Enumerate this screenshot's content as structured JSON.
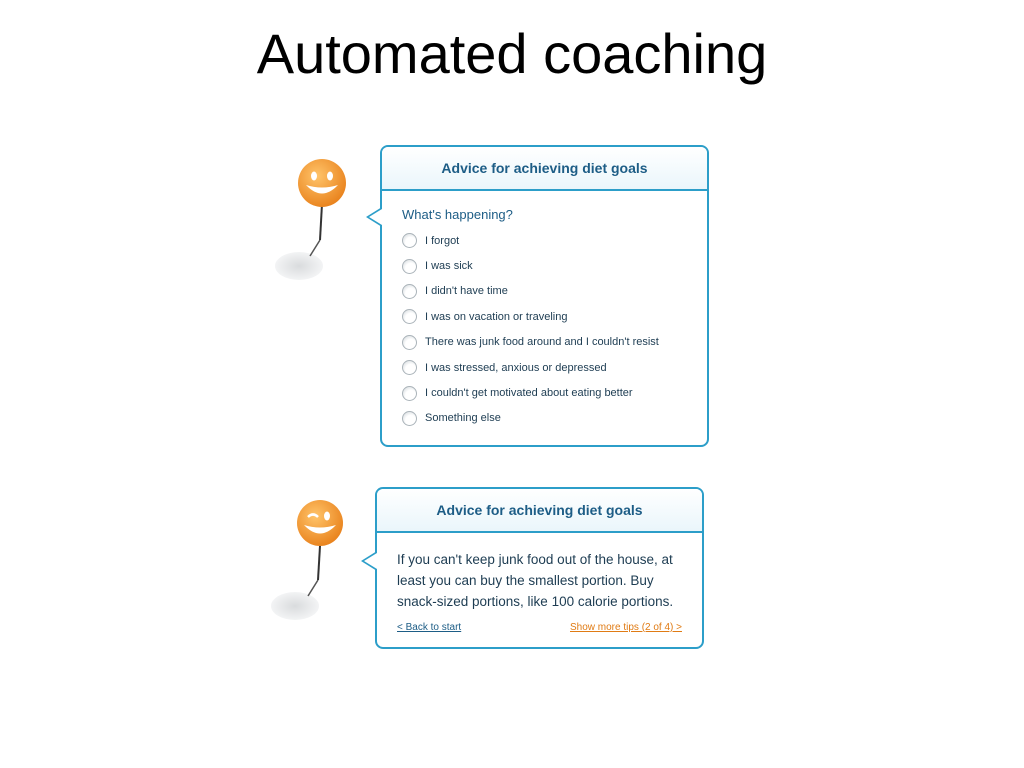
{
  "slide": {
    "title": "Automated coaching"
  },
  "panel1": {
    "header": "Advice for achieving diet goals",
    "question": "What's happening?",
    "options": [
      "I forgot",
      "I was sick",
      "I didn't have time",
      "I was on vacation or traveling",
      "There was junk food around and I couldn't resist",
      "I was stressed, anxious or depressed",
      "I couldn't get motivated about eating better",
      "Something else"
    ]
  },
  "panel2": {
    "header": "Advice for achieving diet goals",
    "advice": "If you can't keep junk food out of the house, at least you can buy the smallest portion. Buy snack-sized portions, like 100 calorie portions.",
    "back_link": "< Back to start",
    "more_link": "Show more tips (2 of 4) >"
  },
  "icons": {
    "mascot_top": "smiley-pin-icon",
    "mascot_bottom": "winking-smiley-pin-icon"
  },
  "colors": {
    "accent": "#2c9ec9",
    "heading": "#1d5d86",
    "link_more": "#e07b14",
    "mascot": "#f39a2b"
  }
}
